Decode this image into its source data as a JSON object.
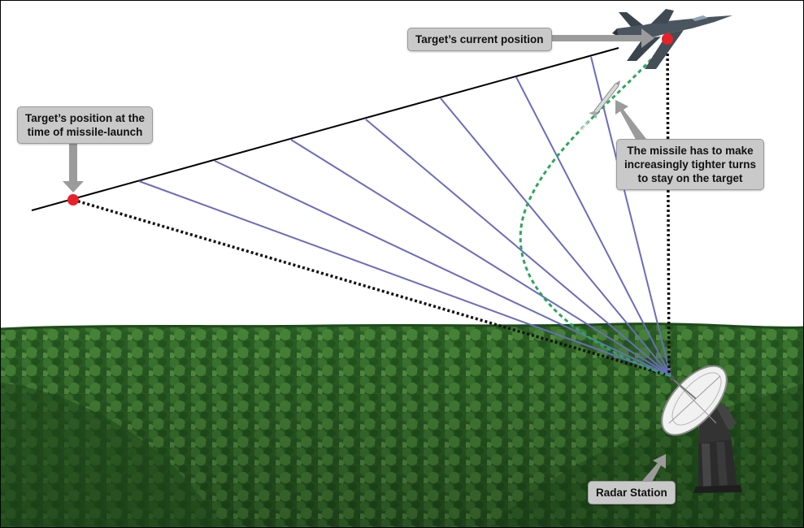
{
  "labels": {
    "launch_position": [
      "Target’s position at the",
      "time of missile-launch"
    ],
    "current_position": "Target’s current position",
    "missile_turns": [
      "The missile has to make",
      "increasingly tighter turns",
      "to stay on the target"
    ],
    "radar": "Radar Station"
  },
  "colors": {
    "sky": "#ffffff",
    "forest_dark": "#1f4d1c",
    "forest_mid": "#2f6a28",
    "forest_light": "#4e8b3c",
    "beam_lines": "#6b6bbf",
    "missile_path": "#2aa85a",
    "target_marker": "#e8202a",
    "callout_bg": "#c9c9c9",
    "arrow": "#9b9b9b"
  },
  "icons": {
    "aircraft": "fighter-jet-icon",
    "radar": "radar-dish-icon",
    "missile": "missile-icon"
  }
}
